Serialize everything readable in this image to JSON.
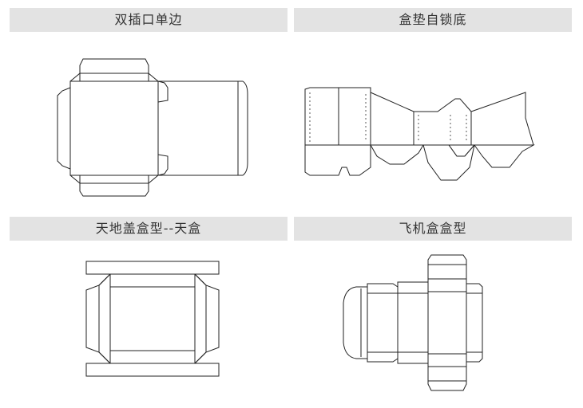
{
  "panels": [
    {
      "title": "双插口单边",
      "icon": "double-tuck-single-side-dieline"
    },
    {
      "title": "盒垫自锁底",
      "icon": "auto-lock-bottom-dieline"
    },
    {
      "title": "天地盖盒型--天盒",
      "icon": "lid-box-top-dieline"
    },
    {
      "title": "飞机盒盒型",
      "icon": "mailer-box-dieline"
    }
  ]
}
